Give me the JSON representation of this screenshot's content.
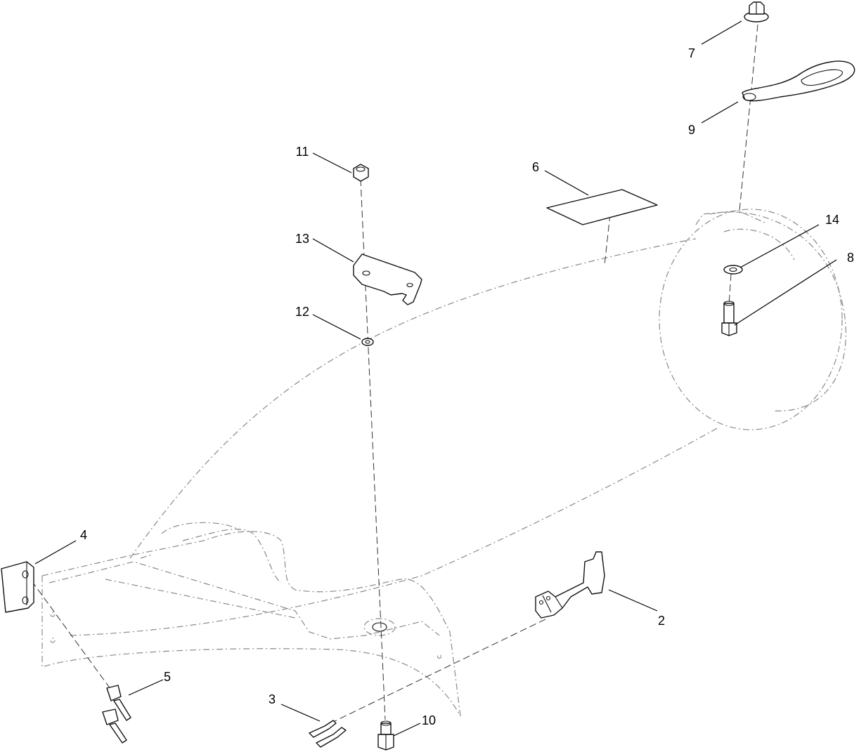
{
  "callouts": {
    "c2": "2",
    "c3": "3",
    "c4": "4",
    "c5": "5",
    "c6": "6",
    "c7": "7",
    "c8": "8",
    "c9": "9",
    "c10": "10",
    "c11": "11",
    "c12": "12",
    "c13": "13",
    "c14": "14"
  }
}
